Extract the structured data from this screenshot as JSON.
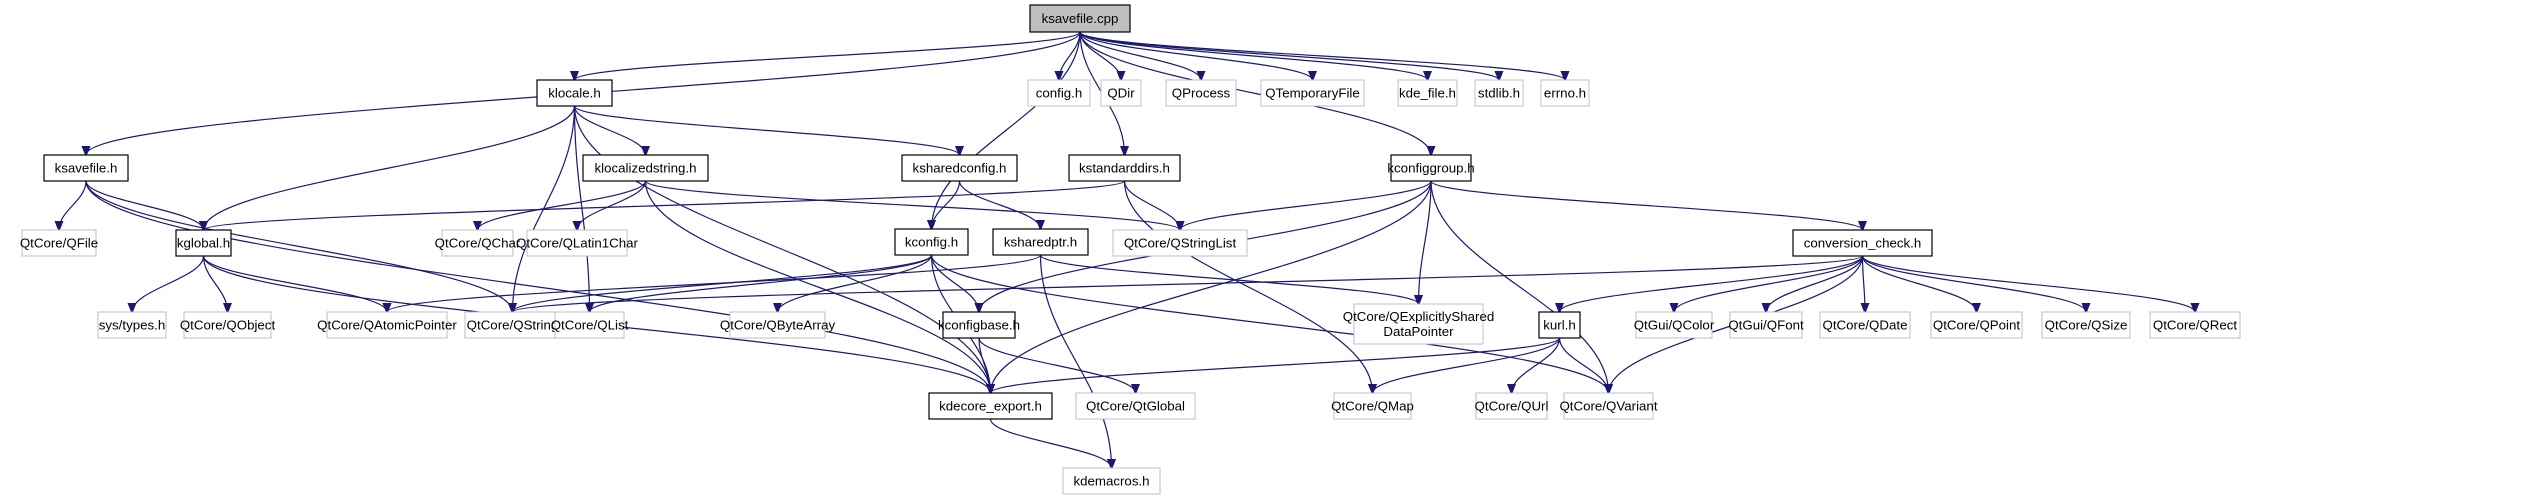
{
  "diagram": {
    "title": "ksavefile.cpp include dependency graph",
    "colors": {
      "edge": "#191970",
      "root_fill": "#bfbfbf",
      "documented_border": "#000000",
      "external_border": "#bfbfbf"
    },
    "nodes": [
      {
        "id": "ksavefile_cpp",
        "label": "ksavefile.cpp",
        "kind": "root"
      },
      {
        "id": "klocale_h",
        "label": "klocale.h",
        "kind": "documented"
      },
      {
        "id": "config_h",
        "label": "config.h",
        "kind": "external"
      },
      {
        "id": "QDir",
        "label": "QDir",
        "kind": "external"
      },
      {
        "id": "QProcess",
        "label": "QProcess",
        "kind": "external"
      },
      {
        "id": "QTemporaryFile",
        "label": "QTemporaryFile",
        "kind": "external"
      },
      {
        "id": "kde_file_h",
        "label": "kde_file.h",
        "kind": "external"
      },
      {
        "id": "stdlib_h",
        "label": "stdlib.h",
        "kind": "external"
      },
      {
        "id": "errno_h",
        "label": "errno.h",
        "kind": "external"
      },
      {
        "id": "ksavefile_h",
        "label": "ksavefile.h",
        "kind": "documented"
      },
      {
        "id": "klocalizedstring_h",
        "label": "klocalizedstring.h",
        "kind": "documented"
      },
      {
        "id": "ksharedconfig_h",
        "label": "ksharedconfig.h",
        "kind": "documented"
      },
      {
        "id": "kstandarddirs_h",
        "label": "kstandarddirs.h",
        "kind": "documented"
      },
      {
        "id": "kconfiggroup_h",
        "label": "kconfiggroup.h",
        "kind": "documented"
      },
      {
        "id": "QFile",
        "label": "QtCore/QFile",
        "kind": "external"
      },
      {
        "id": "kglobal_h",
        "label": "kglobal.h",
        "kind": "documented"
      },
      {
        "id": "QChar",
        "label": "QtCore/QChar",
        "kind": "external"
      },
      {
        "id": "QLatin1Char",
        "label": "QtCore/QLatin1Char",
        "kind": "external"
      },
      {
        "id": "kconfig_h",
        "label": "kconfig.h",
        "kind": "documented"
      },
      {
        "id": "ksharedptr_h",
        "label": "ksharedptr.h",
        "kind": "documented"
      },
      {
        "id": "QStringList",
        "label": "QtCore/QStringList",
        "kind": "external"
      },
      {
        "id": "conversion_check_h",
        "label": "conversion_check.h",
        "kind": "documented"
      },
      {
        "id": "sys_types_h",
        "label": "sys/types.h",
        "kind": "external"
      },
      {
        "id": "QObject",
        "label": "QtCore/QObject",
        "kind": "external"
      },
      {
        "id": "QAtomicPointer",
        "label": "QtCore/QAtomicPointer",
        "kind": "external"
      },
      {
        "id": "QString",
        "label": "QtCore/QString",
        "kind": "external"
      },
      {
        "id": "QList",
        "label": "QtCore/QList",
        "kind": "external"
      },
      {
        "id": "QByteArray",
        "label": "QtCore/QByteArray",
        "kind": "external"
      },
      {
        "id": "kconfigbase_h",
        "label": "kconfigbase.h",
        "kind": "documented"
      },
      {
        "id": "QExplicitlySharedDataPointer",
        "label": "QtCore/QExplicitlyShared\nDataPointer",
        "kind": "external"
      },
      {
        "id": "kurl_h",
        "label": "kurl.h",
        "kind": "documented"
      },
      {
        "id": "QColor",
        "label": "QtGui/QColor",
        "kind": "external"
      },
      {
        "id": "QFont",
        "label": "QtGui/QFont",
        "kind": "external"
      },
      {
        "id": "QDate",
        "label": "QtCore/QDate",
        "kind": "external"
      },
      {
        "id": "QPoint",
        "label": "QtCore/QPoint",
        "kind": "external"
      },
      {
        "id": "QSize",
        "label": "QtCore/QSize",
        "kind": "external"
      },
      {
        "id": "QRect",
        "label": "QtCore/QRect",
        "kind": "external"
      },
      {
        "id": "kdecore_export_h",
        "label": "kdecore_export.h",
        "kind": "documented"
      },
      {
        "id": "QtGlobal",
        "label": "QtCore/QtGlobal",
        "kind": "external"
      },
      {
        "id": "QMap",
        "label": "QtCore/QMap",
        "kind": "external"
      },
      {
        "id": "QUrl",
        "label": "QtCore/QUrl",
        "kind": "external"
      },
      {
        "id": "QVariant",
        "label": "QtCore/QVariant",
        "kind": "external"
      },
      {
        "id": "kdemacros_h",
        "label": "kdemacros.h",
        "kind": "external"
      }
    ],
    "edges": [
      [
        "ksavefile_cpp",
        "klocale_h"
      ],
      [
        "ksavefile_cpp",
        "ksavefile_h"
      ],
      [
        "ksavefile_cpp",
        "config_h"
      ],
      [
        "ksavefile_cpp",
        "QDir"
      ],
      [
        "ksavefile_cpp",
        "QProcess"
      ],
      [
        "ksavefile_cpp",
        "QTemporaryFile"
      ],
      [
        "ksavefile_cpp",
        "kde_file_h"
      ],
      [
        "ksavefile_cpp",
        "stdlib_h"
      ],
      [
        "ksavefile_cpp",
        "errno_h"
      ],
      [
        "ksavefile_cpp",
        "kconfig_h"
      ],
      [
        "ksavefile_cpp",
        "kstandarddirs_h"
      ],
      [
        "ksavefile_cpp",
        "kconfiggroup_h"
      ],
      [
        "klocale_h",
        "kglobal_h"
      ],
      [
        "klocale_h",
        "klocalizedstring_h"
      ],
      [
        "klocale_h",
        "ksharedconfig_h"
      ],
      [
        "klocale_h",
        "kdecore_export_h"
      ],
      [
        "klocale_h",
        "QString"
      ],
      [
        "klocale_h",
        "QList"
      ],
      [
        "ksavefile_h",
        "QFile"
      ],
      [
        "ksavefile_h",
        "kglobal_h"
      ],
      [
        "ksavefile_h",
        "QString"
      ],
      [
        "ksavefile_h",
        "kdecore_export_h"
      ],
      [
        "klocalizedstring_h",
        "QChar"
      ],
      [
        "klocalizedstring_h",
        "QLatin1Char"
      ],
      [
        "klocalizedstring_h",
        "QStringList"
      ],
      [
        "klocalizedstring_h",
        "kdecore_export_h"
      ],
      [
        "ksharedconfig_h",
        "kconfig_h"
      ],
      [
        "ksharedconfig_h",
        "ksharedptr_h"
      ],
      [
        "kstandarddirs_h",
        "QStringList"
      ],
      [
        "kstandarddirs_h",
        "kglobal_h"
      ],
      [
        "kstandarddirs_h",
        "QMap"
      ],
      [
        "kconfiggroup_h",
        "kconfigbase_h"
      ],
      [
        "kconfiggroup_h",
        "QExplicitlySharedDataPointer"
      ],
      [
        "kconfiggroup_h",
        "QStringList"
      ],
      [
        "kconfiggroup_h",
        "conversion_check_h"
      ],
      [
        "kconfiggroup_h",
        "QVariant"
      ],
      [
        "kconfiggroup_h",
        "kdecore_export_h"
      ],
      [
        "kglobal_h",
        "sys_types_h"
      ],
      [
        "kglobal_h",
        "QObject"
      ],
      [
        "kglobal_h",
        "QAtomicPointer"
      ],
      [
        "kglobal_h",
        "kdecore_export_h"
      ],
      [
        "kconfig_h",
        "QString"
      ],
      [
        "kconfig_h",
        "QList"
      ],
      [
        "kconfig_h",
        "QByteArray"
      ],
      [
        "kconfig_h",
        "kconfigbase_h"
      ],
      [
        "kconfig_h",
        "kdecore_export_h"
      ],
      [
        "kconfig_h",
        "QVariant"
      ],
      [
        "ksharedptr_h",
        "QExplicitlySharedDataPointer"
      ],
      [
        "ksharedptr_h",
        "QAtomicPointer"
      ],
      [
        "ksharedptr_h",
        "kdemacros_h"
      ],
      [
        "kconfigbase_h",
        "kdecore_export_h"
      ],
      [
        "kconfigbase_h",
        "QtGlobal"
      ],
      [
        "conversion_check_h",
        "kurl_h"
      ],
      [
        "conversion_check_h",
        "QColor"
      ],
      [
        "conversion_check_h",
        "QFont"
      ],
      [
        "conversion_check_h",
        "QDate"
      ],
      [
        "conversion_check_h",
        "QPoint"
      ],
      [
        "conversion_check_h",
        "QSize"
      ],
      [
        "conversion_check_h",
        "QRect"
      ],
      [
        "conversion_check_h",
        "QVariant"
      ],
      [
        "conversion_check_h",
        "QString"
      ],
      [
        "kurl_h",
        "QUrl"
      ],
      [
        "kurl_h",
        "QMap"
      ],
      [
        "kurl_h",
        "QVariant"
      ],
      [
        "kurl_h",
        "kdecore_export_h"
      ],
      [
        "kdecore_export_h",
        "kdemacros_h"
      ]
    ]
  }
}
